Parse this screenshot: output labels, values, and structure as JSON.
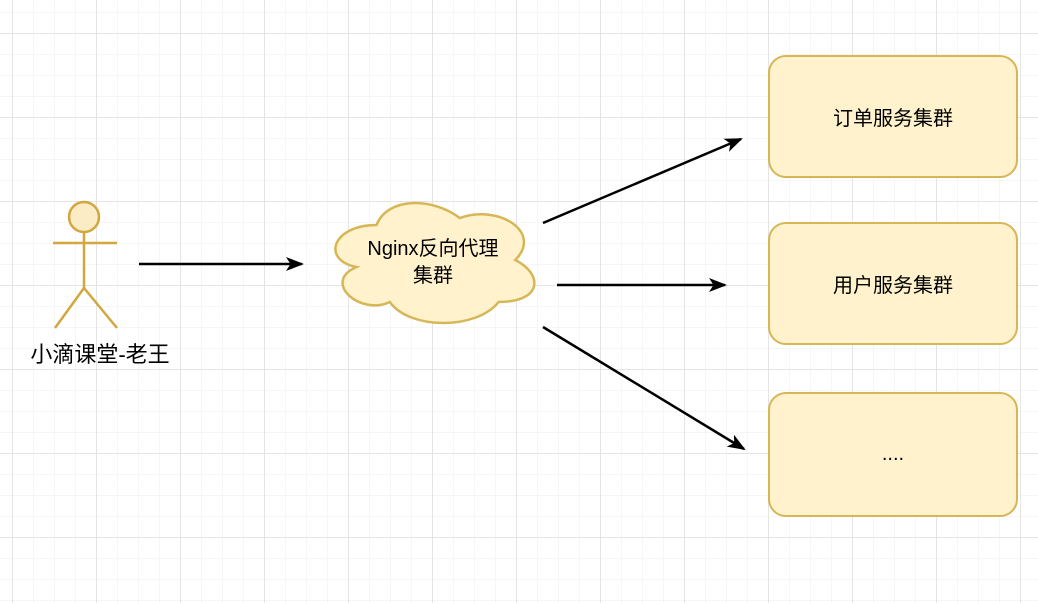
{
  "diagram": {
    "actor": {
      "label": "小滴课堂-老王"
    },
    "cloud": {
      "label_line1": "Nginx反向代理",
      "label_line2": "集群"
    },
    "nodes": [
      {
        "label": "订单服务集群"
      },
      {
        "label": "用户服务集群"
      },
      {
        "label": "...."
      }
    ],
    "colors": {
      "shape_fill": "#FFF2CC",
      "shape_stroke": "#D6B656",
      "actor_stroke": "#D2A73E",
      "arrow": "#000000",
      "grid_minor": "#F6F6F6",
      "grid_major": "#E4E4E4",
      "background": "#FFFFFF"
    }
  }
}
